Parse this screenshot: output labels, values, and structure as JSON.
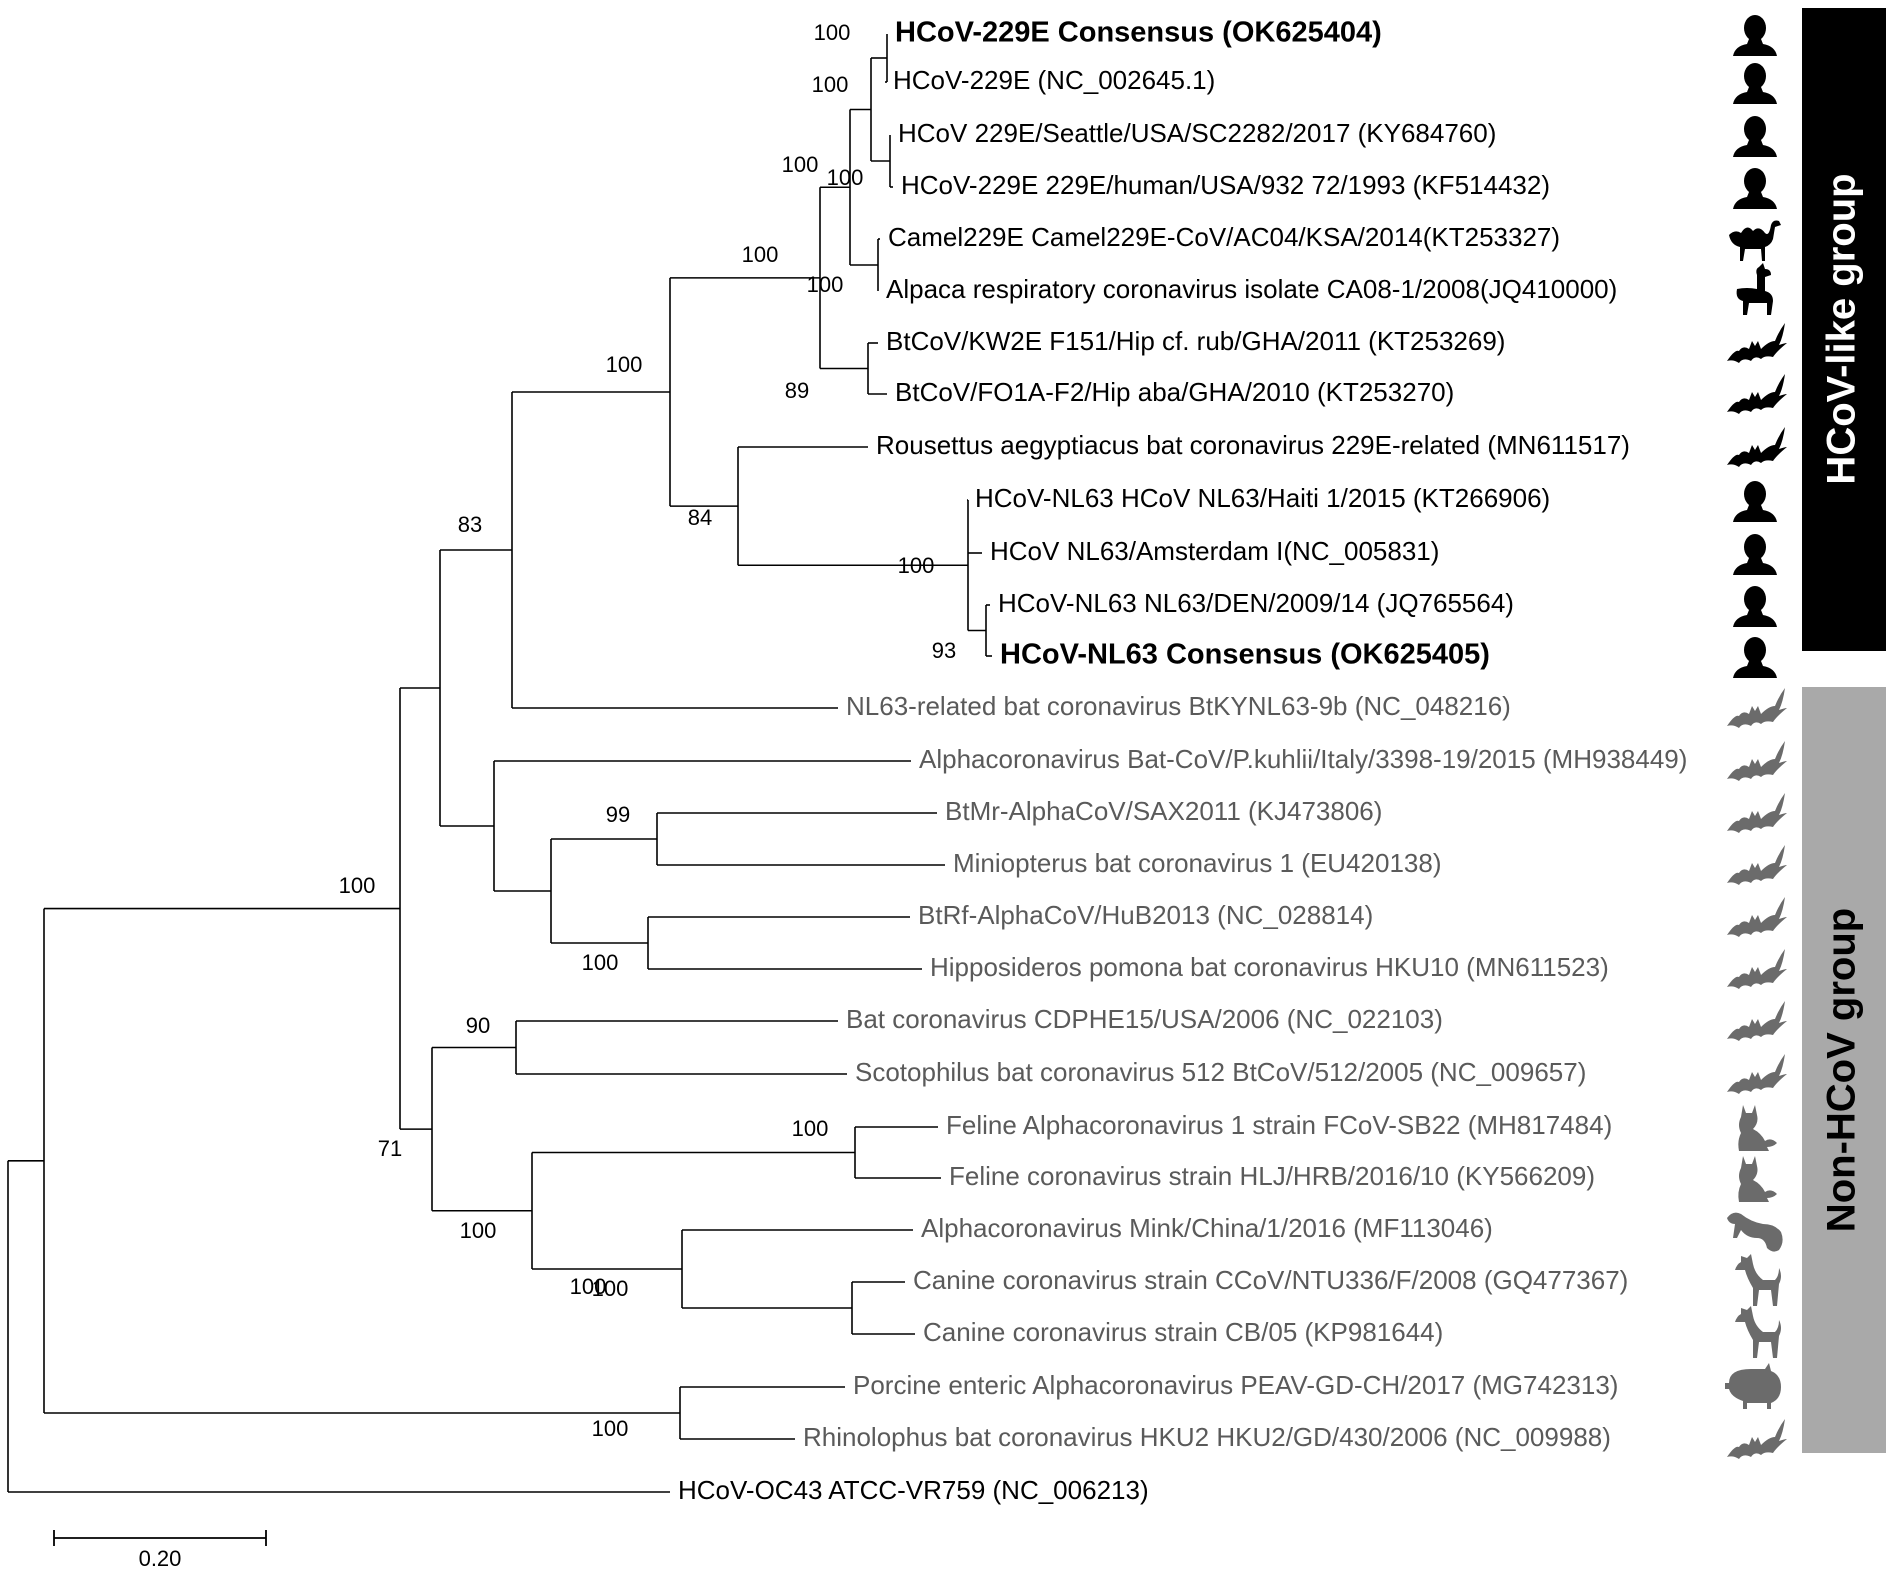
{
  "taxa": [
    {
      "id": "t1",
      "label": "HCoV-229E Consensus (OK625404)",
      "color": "black",
      "bold": true,
      "host": "human"
    },
    {
      "id": "t2",
      "label": "HCoV-229E (NC_002645.1)",
      "color": "black",
      "bold": false,
      "host": "human"
    },
    {
      "id": "t3",
      "label": "HCoV 229E/Seattle/USA/SC2282/2017 (KY684760)",
      "color": "black",
      "bold": false,
      "host": "human"
    },
    {
      "id": "t4",
      "label": "HCoV-229E 229E/human/USA/932 72/1993 (KF514432)",
      "color": "black",
      "bold": false,
      "host": "human"
    },
    {
      "id": "t5",
      "label": "Camel229E Camel229E-CoV/AC04/KSA/2014(KT253327)",
      "color": "black",
      "bold": false,
      "host": "camel"
    },
    {
      "id": "t6",
      "label": "Alpaca respiratory coronavirus isolate CA08-1/2008(JQ410000)",
      "color": "black",
      "bold": false,
      "host": "alpaca"
    },
    {
      "id": "t7",
      "label": "BtCoV/KW2E F151/Hip cf. rub/GHA/2011 (KT253269)",
      "color": "black",
      "bold": false,
      "host": "bat"
    },
    {
      "id": "t8",
      "label": "BtCoV/FO1A-F2/Hip aba/GHA/2010 (KT253270)",
      "color": "black",
      "bold": false,
      "host": "bat"
    },
    {
      "id": "t9",
      "label": "Rousettus aegyptiacus bat coronavirus 229E-related (MN611517)",
      "color": "black",
      "bold": false,
      "host": "bat"
    },
    {
      "id": "t10",
      "label": "HCoV-NL63 HCoV NL63/Haiti 1/2015 (KT266906)",
      "color": "black",
      "bold": false,
      "host": "human"
    },
    {
      "id": "t11",
      "label": "HCoV NL63/Amsterdam I(NC_005831)",
      "color": "black",
      "bold": false,
      "host": "human"
    },
    {
      "id": "t12",
      "label": "HCoV-NL63 NL63/DEN/2009/14 (JQ765564)",
      "color": "black",
      "bold": false,
      "host": "human"
    },
    {
      "id": "t13",
      "label": "HCoV-NL63 Consensus (OK625405)",
      "color": "black",
      "bold": true,
      "host": "human"
    },
    {
      "id": "t14",
      "label": "NL63-related bat coronavirus BtKYNL63-9b (NC_048216)",
      "color": "gray",
      "bold": false,
      "host": "bat"
    },
    {
      "id": "t15",
      "label": "Alphacoronavirus Bat-CoV/P.kuhlii/Italy/3398-19/2015 (MH938449)",
      "color": "gray",
      "bold": false,
      "host": "bat"
    },
    {
      "id": "t16",
      "label": "BtMr-AlphaCoV/SAX2011 (KJ473806)",
      "color": "gray",
      "bold": false,
      "host": "bat"
    },
    {
      "id": "t17",
      "label": "Miniopterus bat coronavirus 1 (EU420138)",
      "color": "gray",
      "bold": false,
      "host": "bat"
    },
    {
      "id": "t18",
      "label": "BtRf-AlphaCoV/HuB2013 (NC_028814)",
      "color": "gray",
      "bold": false,
      "host": "bat"
    },
    {
      "id": "t19",
      "label": "Hipposideros pomona bat coronavirus HKU10 (MN611523)",
      "color": "gray",
      "bold": false,
      "host": "bat"
    },
    {
      "id": "t20",
      "label": "Bat coronavirus CDPHE15/USA/2006 (NC_022103)",
      "color": "gray",
      "bold": false,
      "host": "bat"
    },
    {
      "id": "t21",
      "label": "Scotophilus bat coronavirus 512 BtCoV/512/2005 (NC_009657)",
      "color": "gray",
      "bold": false,
      "host": "bat"
    },
    {
      "id": "t22",
      "label": "Feline Alphacoronavirus 1 strain FCoV-SB22 (MH817484)",
      "color": "gray",
      "bold": false,
      "host": "cat"
    },
    {
      "id": "t23",
      "label": "Feline coronavirus strain HLJ/HRB/2016/10 (KY566209)",
      "color": "gray",
      "bold": false,
      "host": "cat"
    },
    {
      "id": "t24",
      "label": "Alphacoronavirus Mink/China/1/2016 (MF113046)",
      "color": "gray",
      "bold": false,
      "host": "mink"
    },
    {
      "id": "t25",
      "label": "Canine coronavirus strain CCoV/NTU336/F/2008 (GQ477367)",
      "color": "gray",
      "bold": false,
      "host": "dog"
    },
    {
      "id": "t26",
      "label": "Canine coronavirus strain CB/05 (KP981644)",
      "color": "gray",
      "bold": false,
      "host": "dog"
    },
    {
      "id": "t27",
      "label": "Porcine enteric Alphacoronavirus PEAV-GD-CH/2017 (MG742313)",
      "color": "gray",
      "bold": false,
      "host": "pig"
    },
    {
      "id": "t28",
      "label": "Rhinolophus bat coronavirus HKU2 HKU2/GD/430/2006 (NC_009988)",
      "color": "gray",
      "bold": false,
      "host": "bat"
    },
    {
      "id": "t29",
      "label": "HCoV-OC43 ATCC-VR759 (NC_006213)",
      "color": "black",
      "bold": false,
      "host": ""
    }
  ],
  "bootstrap_values": [
    "100",
    "100",
    "100",
    "100",
    "100",
    "100",
    "89",
    "100",
    "84",
    "100",
    "93",
    "83",
    "100",
    "99",
    "100",
    "100",
    "90",
    "100",
    "100",
    "71",
    "100",
    "100"
  ],
  "groups": [
    {
      "label": "HCoV-like group",
      "color": "#000000",
      "text_color": "#ffffff"
    },
    {
      "label": "Non-HCoV group",
      "color": "#a9a9a9",
      "text_color": "#000000"
    }
  ],
  "scale_bar": {
    "label": "0.20"
  },
  "colors": {
    "ingroup_text": "#000000",
    "outgroup_text": "#5a5a5a",
    "icon_dark": "#000000",
    "icon_gray": "#6b6b6b"
  }
}
